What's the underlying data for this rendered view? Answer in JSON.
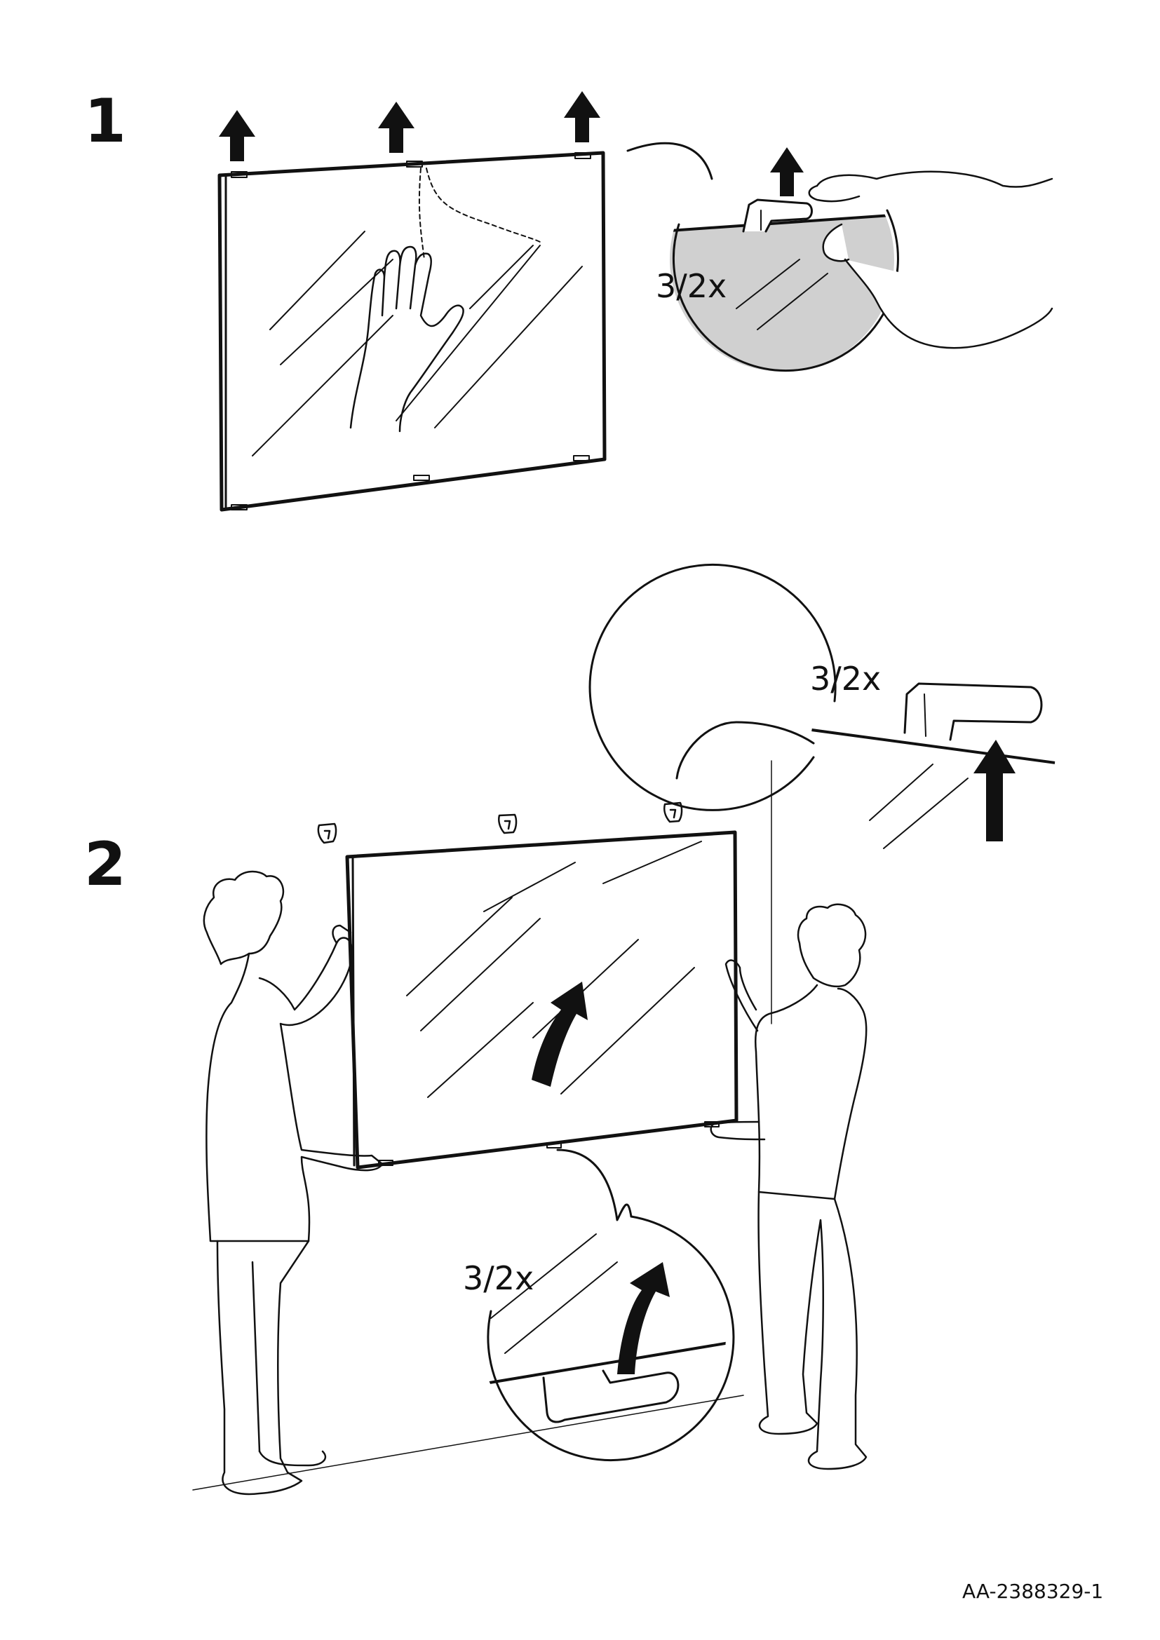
{
  "steps": [
    {
      "number": "1",
      "quantity": "3/2x"
    },
    {
      "number": "2",
      "callouts": [
        {
          "quantity": "3/2x"
        },
        {
          "quantity": "3/2x"
        }
      ]
    }
  ],
  "document_code": "AA-2388329-1",
  "colors": {
    "ink": "#111111",
    "detail_fill": "#d0d0d0",
    "paper": "#ffffff"
  }
}
